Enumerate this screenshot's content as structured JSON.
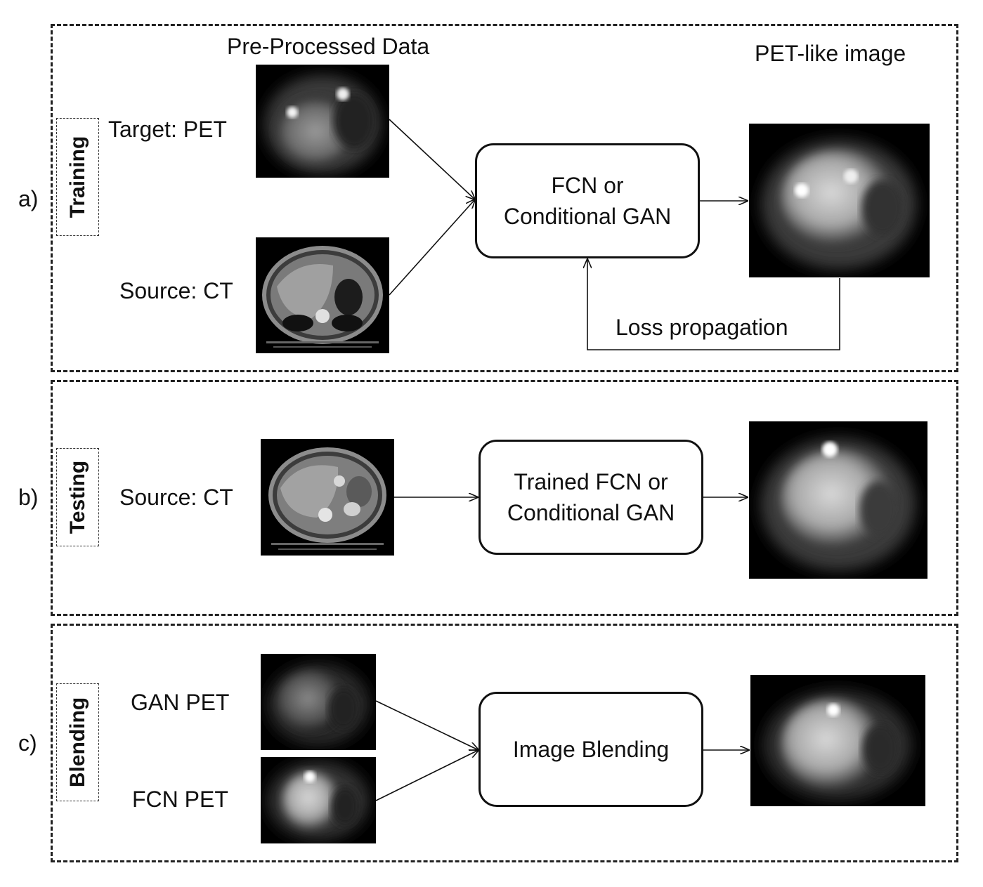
{
  "header": {
    "preprocessed": "Pre-Processed Data",
    "pet_like": "PET-like image"
  },
  "panels": {
    "a": {
      "row_label": "a)",
      "tag": "Training",
      "target_label": "Target: PET",
      "source_label": "Source: CT",
      "model_line1": "FCN or",
      "model_line2": "Conditional GAN",
      "loss_label": "Loss propagation"
    },
    "b": {
      "row_label": "b)",
      "tag": "Testing",
      "source_label": "Source: CT",
      "model_line1": "Trained FCN or",
      "model_line2": "Conditional GAN"
    },
    "c": {
      "row_label": "c)",
      "tag": "Blending",
      "gan_label": "GAN PET",
      "fcn_label": "FCN PET",
      "model_line1": "Image Blending"
    }
  },
  "colors": {
    "border": "#222222",
    "scan_background": "#000000"
  }
}
